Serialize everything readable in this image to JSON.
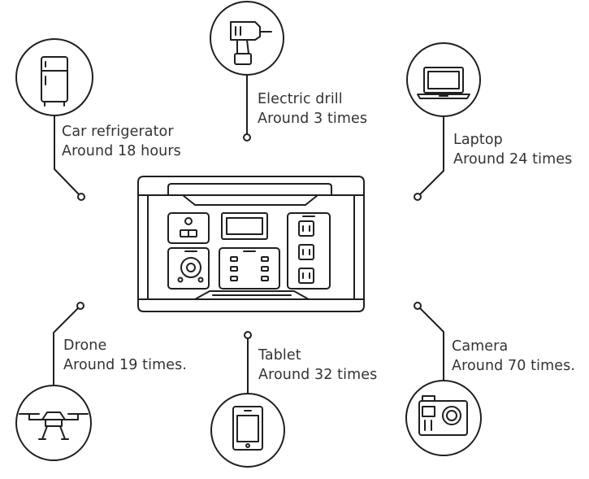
{
  "colors": {
    "line": "#1f1f1f",
    "text": "#333333",
    "background": "#ffffff"
  },
  "devices": [
    {
      "id": "car-refrigerator",
      "icon": "car-refrigerator-icon",
      "name": "Car refrigerator",
      "runtime": "Around 18 hours"
    },
    {
      "id": "electric-drill",
      "icon": "electric-drill-icon",
      "name": "Electric drill",
      "runtime": "Around 3 times"
    },
    {
      "id": "laptop",
      "icon": "laptop-icon",
      "name": "Laptop",
      "runtime": "Around 24 times"
    },
    {
      "id": "drone",
      "icon": "drone-icon",
      "name": "Drone",
      "runtime": "Around 19 times."
    },
    {
      "id": "tablet",
      "icon": "tablet-icon",
      "name": "Tablet",
      "runtime": "Around 32 times"
    },
    {
      "id": "camera",
      "icon": "camera-icon",
      "name": "Camera",
      "runtime": "Around 70 times."
    }
  ],
  "center_device": {
    "icon": "portable-power-station-icon"
  }
}
